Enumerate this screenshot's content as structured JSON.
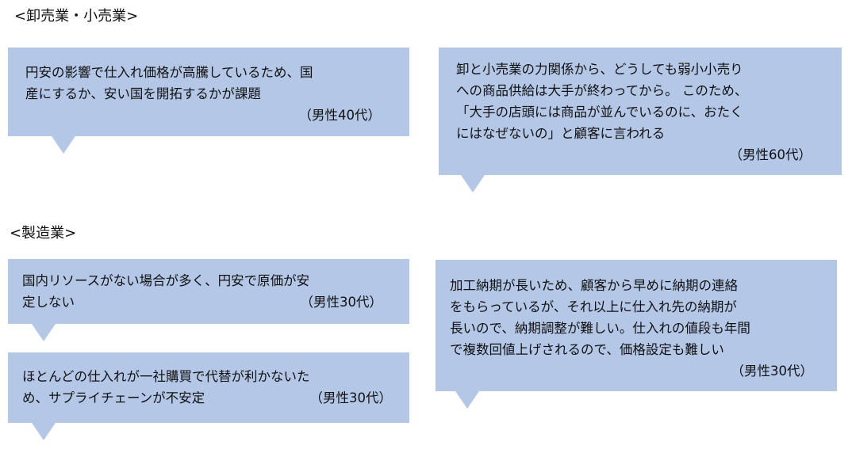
{
  "sections": [
    {
      "heading": "<卸売業・小売業>",
      "comments": [
        {
          "lines": [
            "円安の影響で仕入れ価格が高騰しているため、国",
            "産にするか、安い国を開拓するかが課題"
          ],
          "attribution": "（男性40代）"
        },
        {
          "lines": [
            "卸と小売業の力関係から、どうしても弱小小売り",
            "への商品供給は大手が終わってから。 このため、",
            "「大手の店頭には商品が並んでいるのに、おたく",
            "にはなぜないの」と顧客に言われる"
          ],
          "attribution": "（男性60代）"
        }
      ]
    },
    {
      "heading": "<製造業>",
      "comments": [
        {
          "lines": [
            "国内リソースがない場合が多く、円安で原価が安",
            "定しない"
          ],
          "attribution": "（男性30代）"
        },
        {
          "lines": [
            "ほとんどの仕入れが一社購買で代替が利かないた",
            "め、サプライチェーンが不安定"
          ],
          "attribution": "（男性30代）"
        },
        {
          "lines": [
            "加工納期が長いため、顧客から早めに納期の連絡",
            "をもらっているが、それ以上に仕入れ先の納期が",
            "長いので、納期調整が難しい。仕入れの値段も年間",
            "で複数回値上げされるので、価格設定も難しい"
          ],
          "attribution": "（男性30代）"
        }
      ]
    }
  ]
}
